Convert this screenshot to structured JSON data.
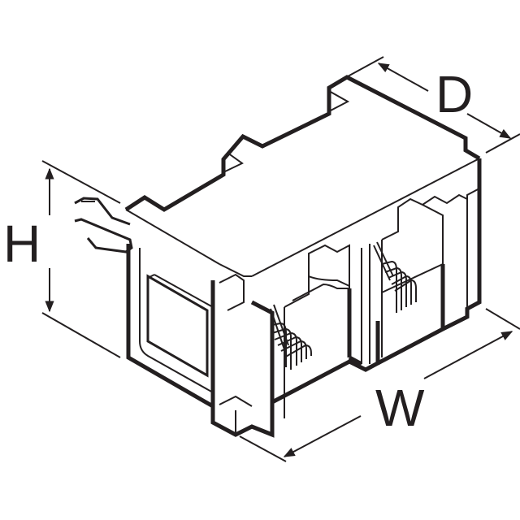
{
  "diagram": {
    "subject": "Dual-port modular jack connector (isometric view)",
    "line_color": "#231f20",
    "background": "#ffffff",
    "dimensions": {
      "height_label": "H",
      "width_label": "W",
      "depth_label": "D"
    }
  }
}
